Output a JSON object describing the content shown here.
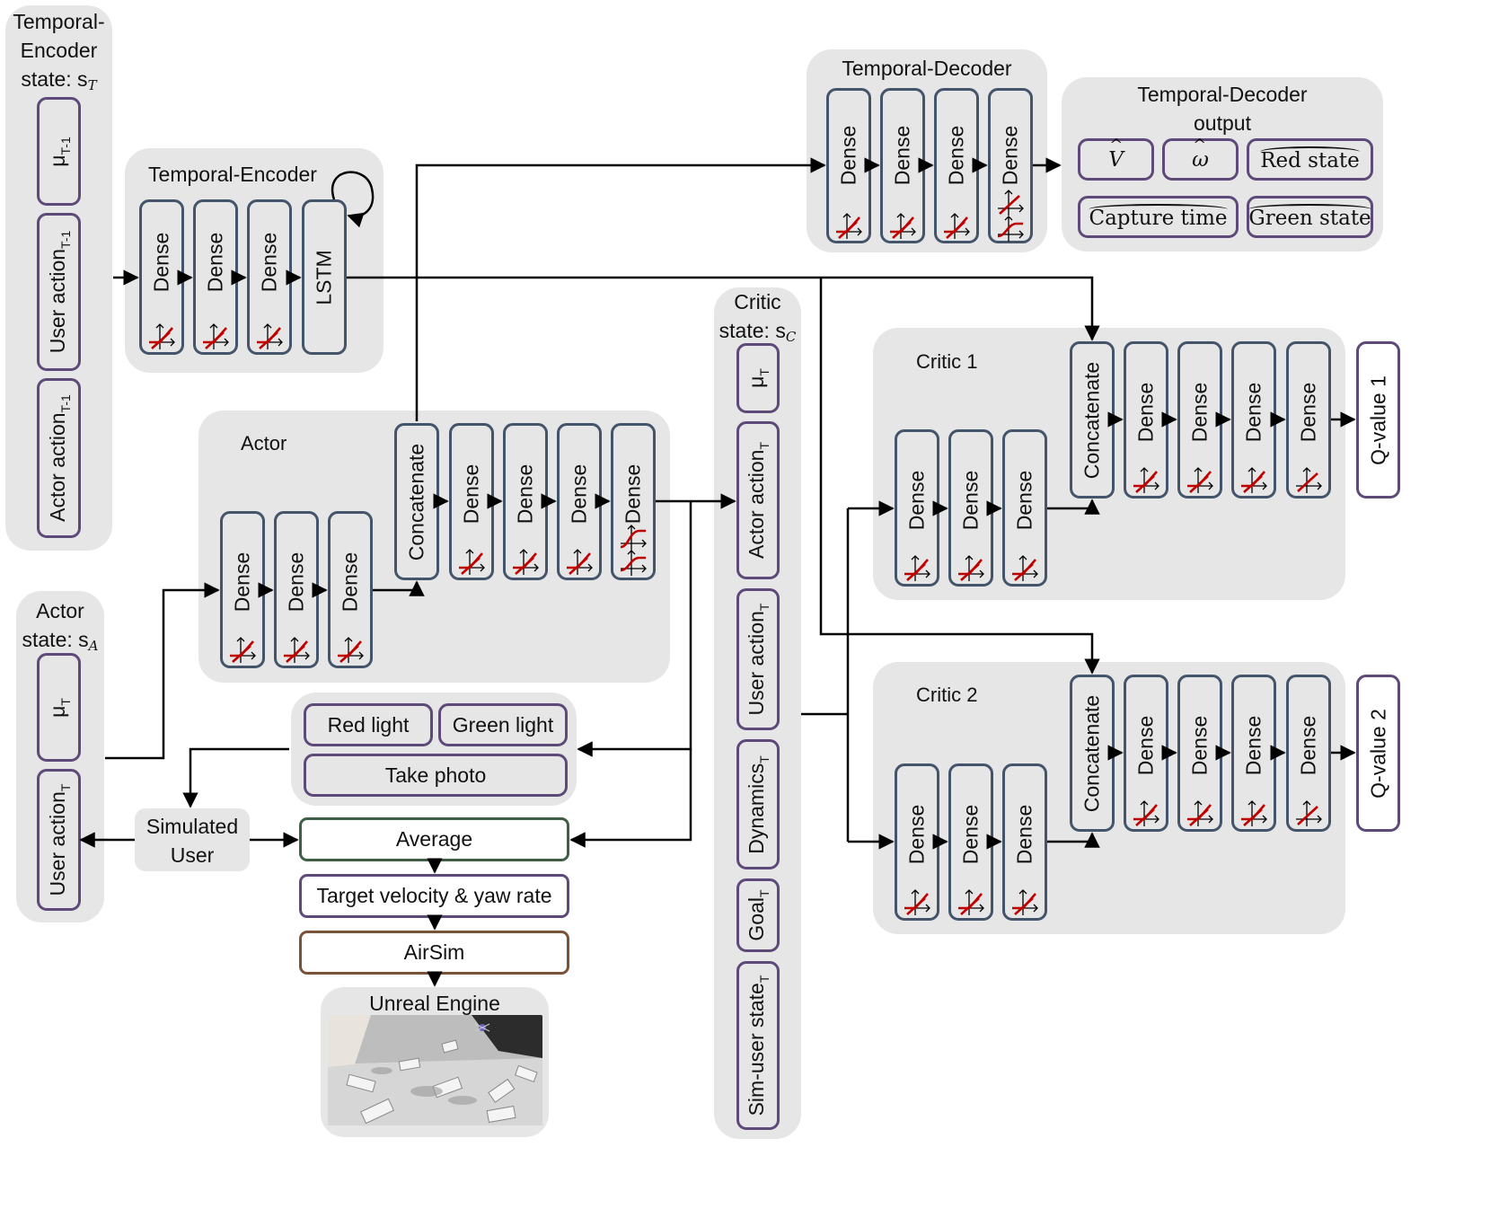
{
  "groups": {
    "te_state": {
      "title_line1": "Temporal-",
      "title_line2": "Encoder",
      "title_line3": "state: s",
      "subscript": "T"
    },
    "encoder": {
      "title": "Temporal-Encoder"
    },
    "decoder": {
      "title": "Temporal-Decoder"
    },
    "decoder_output": {
      "title_line1": "Temporal-Decoder",
      "title_line2": "output"
    },
    "actor": {
      "title": "Actor"
    },
    "actor_state": {
      "title_line1": "Actor",
      "title_line2": "state: s",
      "subscript": "A"
    },
    "critic_state": {
      "title_line1": "Critic",
      "title_line2": "state: s",
      "subscript": "C"
    },
    "critic1": {
      "title": "Critic 1"
    },
    "critic2": {
      "title": "Critic 2"
    },
    "unreal": {
      "title": "Unreal Engine"
    }
  },
  "te_state_items": [
    {
      "base": "μ",
      "sub": "T-1"
    },
    {
      "base": "User action",
      "sub": "T-1"
    },
    {
      "base": "Actor action",
      "sub": "T-1"
    }
  ],
  "actor_state_items": [
    {
      "base": "μ",
      "sub": "T"
    },
    {
      "base": "User action",
      "sub": "T"
    }
  ],
  "critic_state_items": [
    {
      "base": "μ",
      "sub": "T"
    },
    {
      "base": "Actor action",
      "sub": "T"
    },
    {
      "base": "User action",
      "sub": "T"
    },
    {
      "base": "Dynamics",
      "sub": "T"
    },
    {
      "base": "Goal",
      "sub": "T"
    },
    {
      "base": "Sim-user state",
      "sub": "T"
    }
  ],
  "layers": {
    "dense": "Dense",
    "lstm": "LSTM",
    "concat": "Concatenate"
  },
  "decoder_outputs": [
    "V",
    "ω",
    "Red state",
    "Capture time",
    "Green state"
  ],
  "user_buttons": {
    "red": "Red light",
    "green": "Green light",
    "photo": "Take photo"
  },
  "simulated_user": {
    "line1": "Simulated",
    "line2": "User"
  },
  "pipeline": {
    "average": "Average",
    "target": "Target velocity & yaw rate",
    "airsim": "AirSim"
  },
  "outputs": {
    "q1": "Q-value 1",
    "q2": "Q-value 2"
  },
  "colors": {
    "group_bg": "#e6e6e6",
    "layer_border": "#44546a",
    "state_border": "#5e4a78",
    "average_border": "#3e5e46",
    "airsim_border": "#7a5238",
    "relu": "#c00000"
  }
}
